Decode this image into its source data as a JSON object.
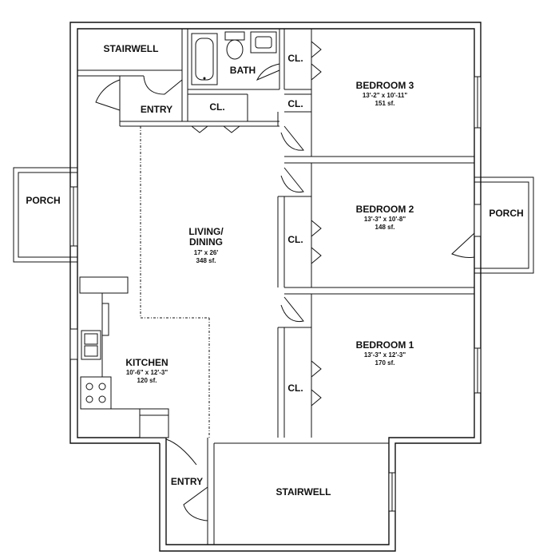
{
  "rooms": {
    "stairwell_top": {
      "name": "STAIRWELL"
    },
    "entry_top": {
      "name": "ENTRY"
    },
    "bath": {
      "name": "BATH"
    },
    "closet_entry": {
      "name": "CL."
    },
    "closet_bath": {
      "name": "CL."
    },
    "closet_b3_small": {
      "name": "CL."
    },
    "closet_b2": {
      "name": "CL."
    },
    "closet_b1": {
      "name": "CL."
    },
    "bedroom3": {
      "name": "BEDROOM 3",
      "dims": "13'-2\" x 10'-11\"",
      "area": "151 sf."
    },
    "bedroom2": {
      "name": "BEDROOM 2",
      "dims": "13'-3\" x 10'-8\"",
      "area": "148 sf."
    },
    "bedroom1": {
      "name": "BEDROOM 1",
      "dims": "13'-3\" x 12'-3\"",
      "area": "170 sf."
    },
    "living": {
      "name_line1": "LIVING/",
      "name_line2": "DINING",
      "dims": "17' x 26'",
      "area": "348 sf."
    },
    "kitchen": {
      "name": "KITCHEN",
      "dims": "10'-6\" x 12'-3\"",
      "area": "120 sf."
    },
    "porch_left": {
      "name": "PORCH"
    },
    "porch_right": {
      "name": "PORCH"
    },
    "entry_bottom": {
      "name": "ENTRY"
    },
    "stairwell_bottom": {
      "name": "STAIRWELL"
    }
  }
}
